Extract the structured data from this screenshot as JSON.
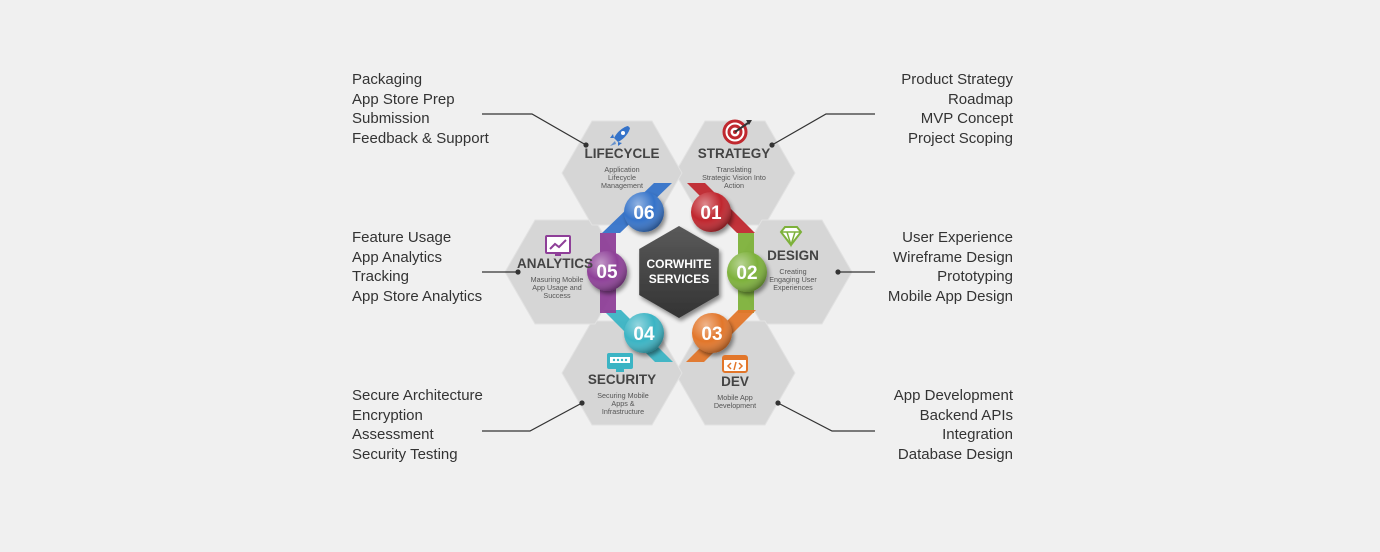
{
  "center": {
    "line1": "CORWHITE",
    "line2": "SERVICES"
  },
  "segments": [
    {
      "key": "strategy",
      "number": "01",
      "title": "STRATEGY",
      "desc": [
        "Translating",
        "Strategic Vision Into",
        "Action"
      ],
      "color": "#c0282f",
      "icon": "target-icon",
      "items": [
        "Product Strategy",
        "Roadmap",
        "MVP Concept",
        "Project Scoping"
      ]
    },
    {
      "key": "design",
      "number": "02",
      "title": "DESIGN",
      "desc": [
        "Creating",
        "Engaging User",
        "Experiences"
      ],
      "color": "#7db13a",
      "icon": "gem-icon",
      "items": [
        "User Experience",
        "Wireframe Design",
        "Prototyping",
        "Mobile App Design"
      ]
    },
    {
      "key": "dev",
      "number": "03",
      "title": "DEV",
      "desc": [
        "Mobile App",
        "Development"
      ],
      "color": "#e2762a",
      "icon": "code-window-icon",
      "items": [
        "App Development",
        "Backend APIs",
        "Integration",
        "Database Design"
      ]
    },
    {
      "key": "security",
      "number": "04",
      "title": "SECURITY",
      "desc": [
        "Securing Mobile",
        "Apps &",
        "Infrastructure"
      ],
      "color": "#3bb4c4",
      "icon": "password-screen-icon",
      "items": [
        "Secure Architecture",
        "Encryption",
        "Assessment",
        "Security Testing"
      ]
    },
    {
      "key": "analytics",
      "number": "05",
      "title": "ANALYTICS",
      "desc": [
        "Masuring Mobile",
        "App Usage and",
        "Success"
      ],
      "color": "#8e3f98",
      "icon": "chart-monitor-icon",
      "items": [
        "Feature Usage",
        "App Analytics",
        "Tracking",
        "App Store Analytics"
      ]
    },
    {
      "key": "lifecycle",
      "number": "06",
      "title": "LIFECYCLE",
      "desc": [
        "Application",
        "Lifecycle",
        "Management"
      ],
      "color": "#3573c9",
      "icon": "rocket-icon",
      "items": [
        "Packaging",
        "App Store Prep",
        "Submission",
        "Feedback & Support"
      ]
    }
  ]
}
